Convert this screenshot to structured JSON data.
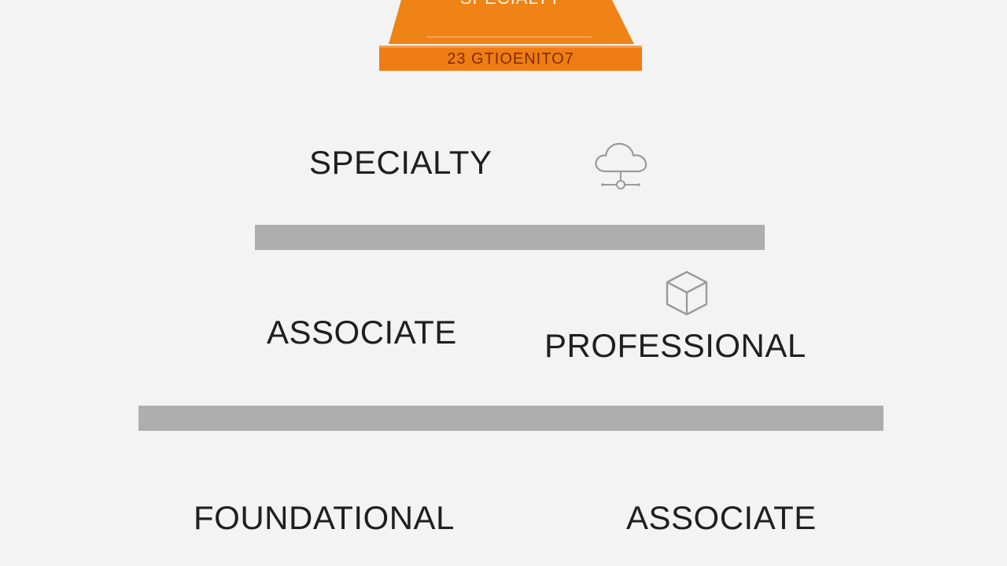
{
  "banner": {
    "top_text": "SPECIALTY",
    "bottom_text": "23 GTIOENITO7"
  },
  "tiers": {
    "top": {
      "label": "SPECIALTY",
      "icon": "cloud-network-icon"
    },
    "middle": {
      "left_label": "ASSOCIATE",
      "right_label": "PROFESSIONAL",
      "icon": "cube-icon"
    },
    "bottom": {
      "left_label": "FOUNDATIONAL",
      "right_label": "ASSOCIATE"
    }
  },
  "colors": {
    "background": "#f3f3f3",
    "banner_orange": "#f08316",
    "banner_band": "#f07c14",
    "divider_gray": "#aeaeae",
    "text": "#1f1f1f",
    "icon_gray": "#9a9a9a"
  }
}
